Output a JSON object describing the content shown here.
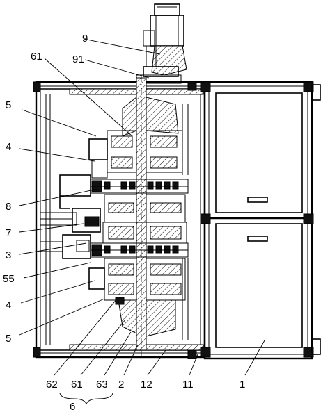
{
  "labels": {
    "l1": "1",
    "l2": "2",
    "l3": "3",
    "l4a": "4",
    "l4b": "4",
    "l5a": "5",
    "l5b": "5",
    "l6": "6",
    "l7": "7",
    "l8": "8",
    "l9": "9",
    "l11": "11",
    "l12": "12",
    "l55": "55",
    "l61a": "61",
    "l61b": "61",
    "l62": "62",
    "l63": "63",
    "l91": "91"
  },
  "cabinet_handles": [
    "upper-handle",
    "lower-handle"
  ]
}
